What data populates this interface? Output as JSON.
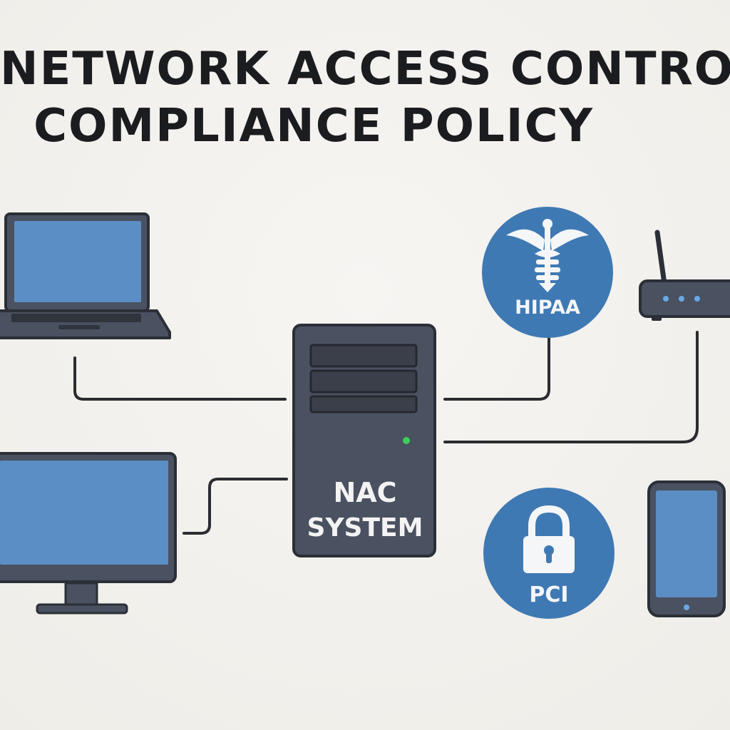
{
  "title": {
    "line1": "NETWORK ACCESS CONTROL",
    "line2": "COMPLIANCE POLICY"
  },
  "server": {
    "label_line1": "NAC",
    "label_line2": "SYSTEM",
    "status_led_color": "#3ccf5a"
  },
  "badges": {
    "hipaa": {
      "label": "HIPAA",
      "icon": "caduceus-icon"
    },
    "pci": {
      "label": "PCI",
      "icon": "padlock-icon"
    }
  },
  "devices": [
    "laptop-icon",
    "desktop-monitor-icon",
    "router-icon",
    "smartphone-icon"
  ],
  "colors": {
    "device_body": "#4a5160",
    "device_outline": "#2b2f37",
    "screen_blue": "#5b8ec4",
    "badge_blue": "#3f79b3",
    "wire": "#2a2c30",
    "router_led": "#6aa7e6"
  }
}
